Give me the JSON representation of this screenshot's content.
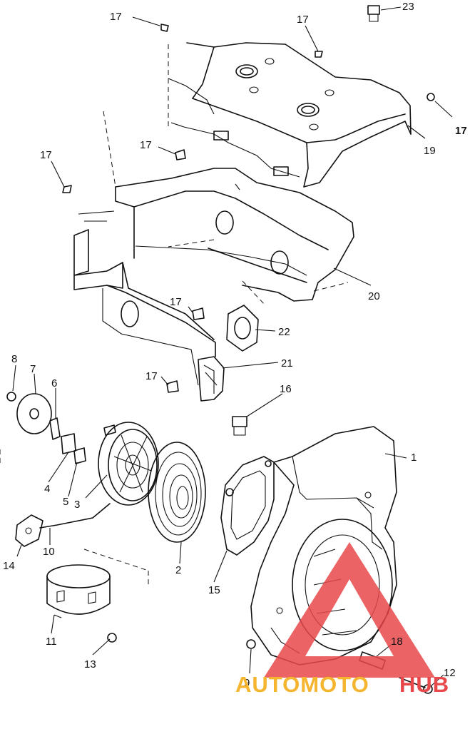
{
  "callouts": [
    {
      "id": "c1",
      "label": "1"
    },
    {
      "id": "c2",
      "label": "2"
    },
    {
      "id": "c3",
      "label": "3"
    },
    {
      "id": "c4",
      "label": "4"
    },
    {
      "id": "c5",
      "label": "5"
    },
    {
      "id": "c6",
      "label": "6"
    },
    {
      "id": "c7",
      "label": "7"
    },
    {
      "id": "c8",
      "label": "8"
    },
    {
      "id": "c9",
      "label": "9"
    },
    {
      "id": "c10",
      "label": "10"
    },
    {
      "id": "c11",
      "label": "11"
    },
    {
      "id": "c12",
      "label": "12"
    },
    {
      "id": "c13",
      "label": "13"
    },
    {
      "id": "c14",
      "label": "14"
    },
    {
      "id": "c15",
      "label": "15"
    },
    {
      "id": "c16",
      "label": "16"
    },
    {
      "id": "c17a",
      "label": "17"
    },
    {
      "id": "c17b",
      "label": "17"
    },
    {
      "id": "c17c",
      "label": "17"
    },
    {
      "id": "c17d",
      "label": "17"
    },
    {
      "id": "c17e",
      "label": "17"
    },
    {
      "id": "c17f",
      "label": "17"
    },
    {
      "id": "c17g",
      "label": "17"
    },
    {
      "id": "c18",
      "label": "18"
    },
    {
      "id": "c19",
      "label": "19"
    },
    {
      "id": "c20",
      "label": "20"
    },
    {
      "id": "c21",
      "label": "21"
    },
    {
      "id": "c22",
      "label": "22"
    },
    {
      "id": "c23",
      "label": "23"
    }
  ],
  "watermark": {
    "part1": "AUTOMOTO",
    "part2": "HUB",
    "color_primary": "#e8484a",
    "color_secondary": "#f5b52e"
  }
}
